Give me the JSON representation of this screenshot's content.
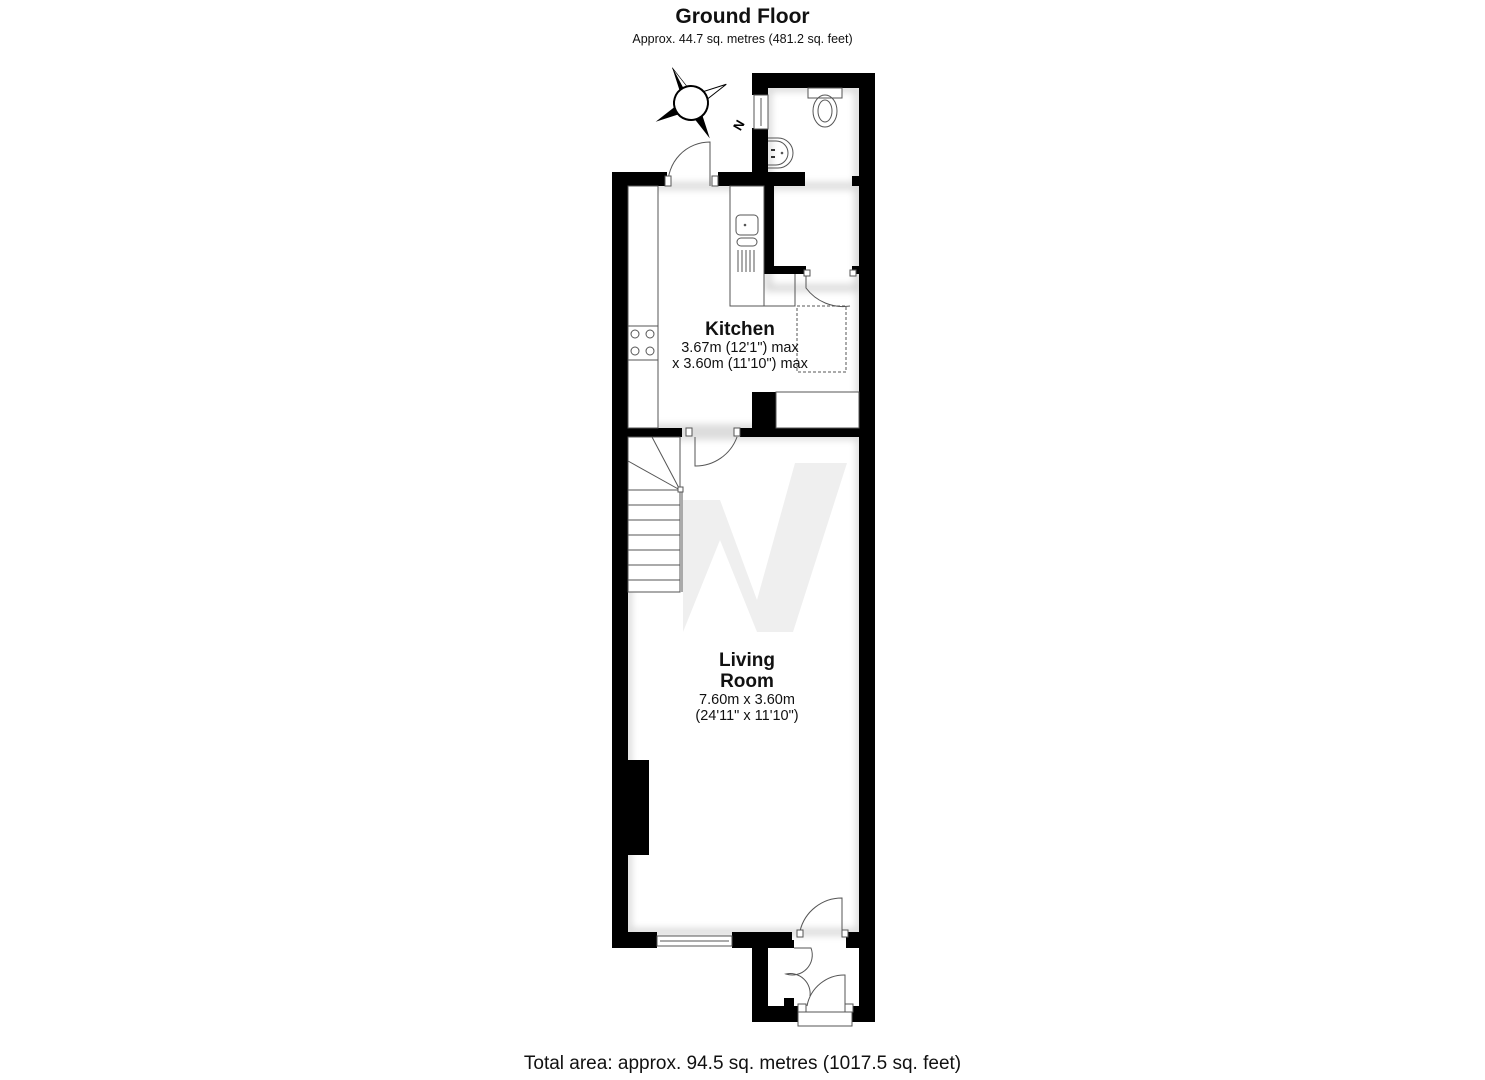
{
  "floor": {
    "title": "Ground Floor",
    "area_text": "Approx. 44.7 sq. metres (481.2 sq. feet)"
  },
  "rooms": [
    {
      "name": "Kitchen",
      "dim_line1": "3.67m (12'1\") max",
      "dim_line2": "x 3.60m (11'10\") max"
    },
    {
      "name_line1": "Living",
      "name_line2": "Room",
      "dim_line1": "7.60m x 3.60m",
      "dim_line2": "(24'11\" x 11'10\")"
    }
  ],
  "compass": {
    "icon": "compass-icon",
    "label": "N"
  },
  "watermark": {
    "icon": "w-watermark-icon"
  },
  "footer": {
    "total_area_text": "Total area: approx. 94.5 sq. metres (1017.5 sq. feet)"
  },
  "colors": {
    "wall": "#000000",
    "line": "#555555",
    "background": "#ffffff",
    "watermark": "#eeeeee"
  }
}
